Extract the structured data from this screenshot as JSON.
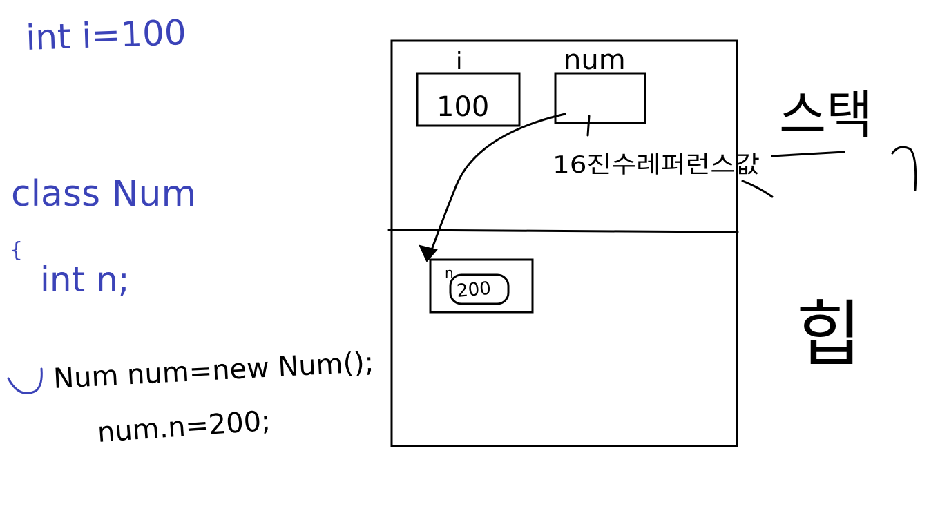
{
  "code": {
    "line1": "int i=100",
    "line2": "class Num",
    "line3": "{",
    "line4": "int n;",
    "line5": "Num num=new Num();",
    "line6": "num.n=200;"
  },
  "stack": {
    "var_i_label": "i",
    "var_i_value": "100",
    "var_num_label": "num",
    "address_note": "16진수레퍼런스값"
  },
  "heap": {
    "field_label": "n",
    "field_value": "200"
  },
  "side": {
    "stack_label": "스택",
    "heap_label": "힙"
  },
  "colors": {
    "code_ink": "#3b43b8",
    "diagram_ink": "#000000",
    "background": "#ffffff"
  }
}
